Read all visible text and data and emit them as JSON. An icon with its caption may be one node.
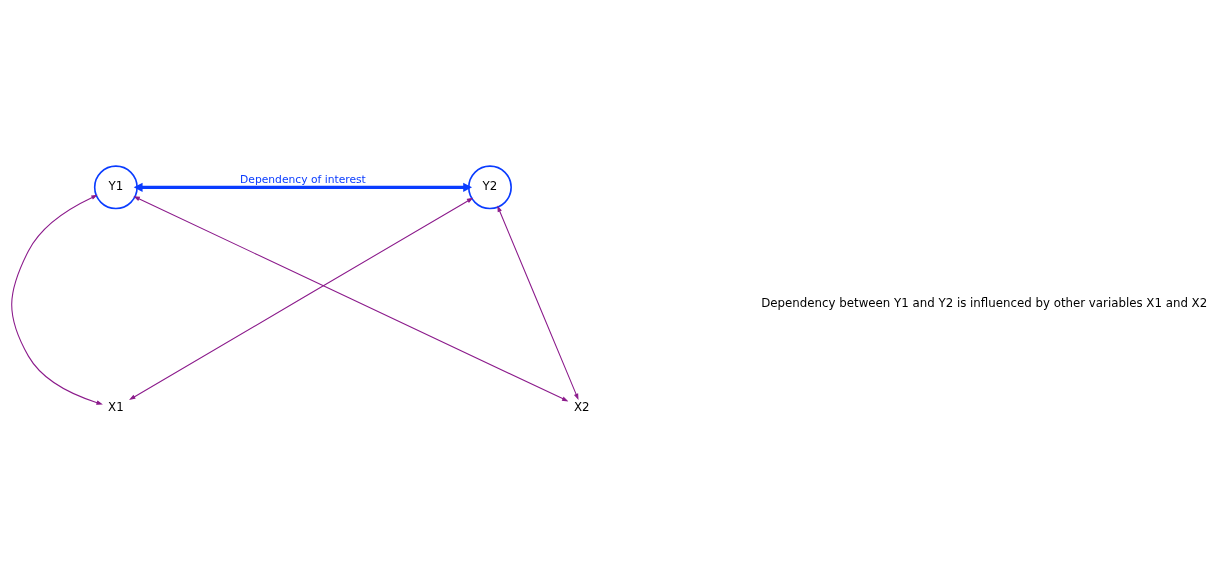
{
  "diagram": {
    "nodes": [
      {
        "text": [
          "Y1"
        ]
      },
      {
        "text": [
          "Y2"
        ]
      },
      {
        "text": [
          "X1"
        ]
      },
      {
        "text": [
          "X2"
        ]
      }
    ],
    "edges": [
      {
        "from": 0,
        "to": 1,
        "arrow": "both",
        "label": "Dependency of interest",
        "style": "thick",
        "color": "#0a3cff"
      },
      {
        "from": 0,
        "to": 2,
        "arrow": "both"
      },
      {
        "from": 0,
        "to": 3,
        "arrow": "both"
      },
      {
        "from": 1,
        "to": 2,
        "arrow": "both"
      },
      {
        "from": 1,
        "to": 3,
        "arrow": "both"
      }
    ],
    "labels": [
      "Dependency between Y1 and Y2 is influenced by other variables X1 and X2"
    ]
  }
}
